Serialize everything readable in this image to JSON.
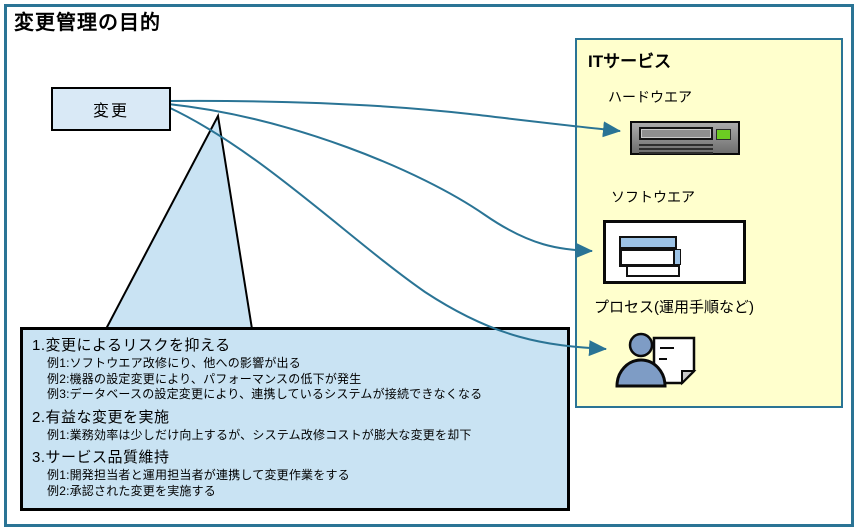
{
  "title": "変更管理の目的",
  "change_box": {
    "label": "変更"
  },
  "it_service_panel": {
    "title": "ITサービス",
    "items": [
      {
        "label": "ハードウエア",
        "icon": "server-icon"
      },
      {
        "label": "ソフトウエア",
        "icon": "app-windows-icon"
      },
      {
        "label": "プロセス(運用手順など)",
        "icon": "person-document-icon"
      }
    ]
  },
  "purpose_box": {
    "sections": [
      {
        "heading": "1.変更によるリスクを抑える",
        "examples": [
          "例1:ソフトウエア改修にり、他への影響が出る",
          "例2:機器の設定変更により、パフォーマンスの低下が発生",
          "例3:データベースの設定変更により、連携しているシステムが接続できなくなる"
        ]
      },
      {
        "heading": "2.有益な変更を実施",
        "examples": [
          "例1:業務効率は少しだけ向上するが、システム改修コストが膨大な変更を却下"
        ]
      },
      {
        "heading": "3.サービス品質維持",
        "examples": [
          "例1:開発担当者と運用担当者が連携して変更作業をする",
          "例2:承認された変更を実施する"
        ]
      }
    ]
  },
  "colors": {
    "accent_teal": "#2A7495",
    "panel_yellow": "#FFFFCD",
    "callout_blue": "#C9E3F3",
    "change_box_blue": "#D9E9F6",
    "window_titlebar_blue": "#9DC3E6",
    "person_blue": "#7E9CC5",
    "hw_light_green": "#6CCB22"
  }
}
